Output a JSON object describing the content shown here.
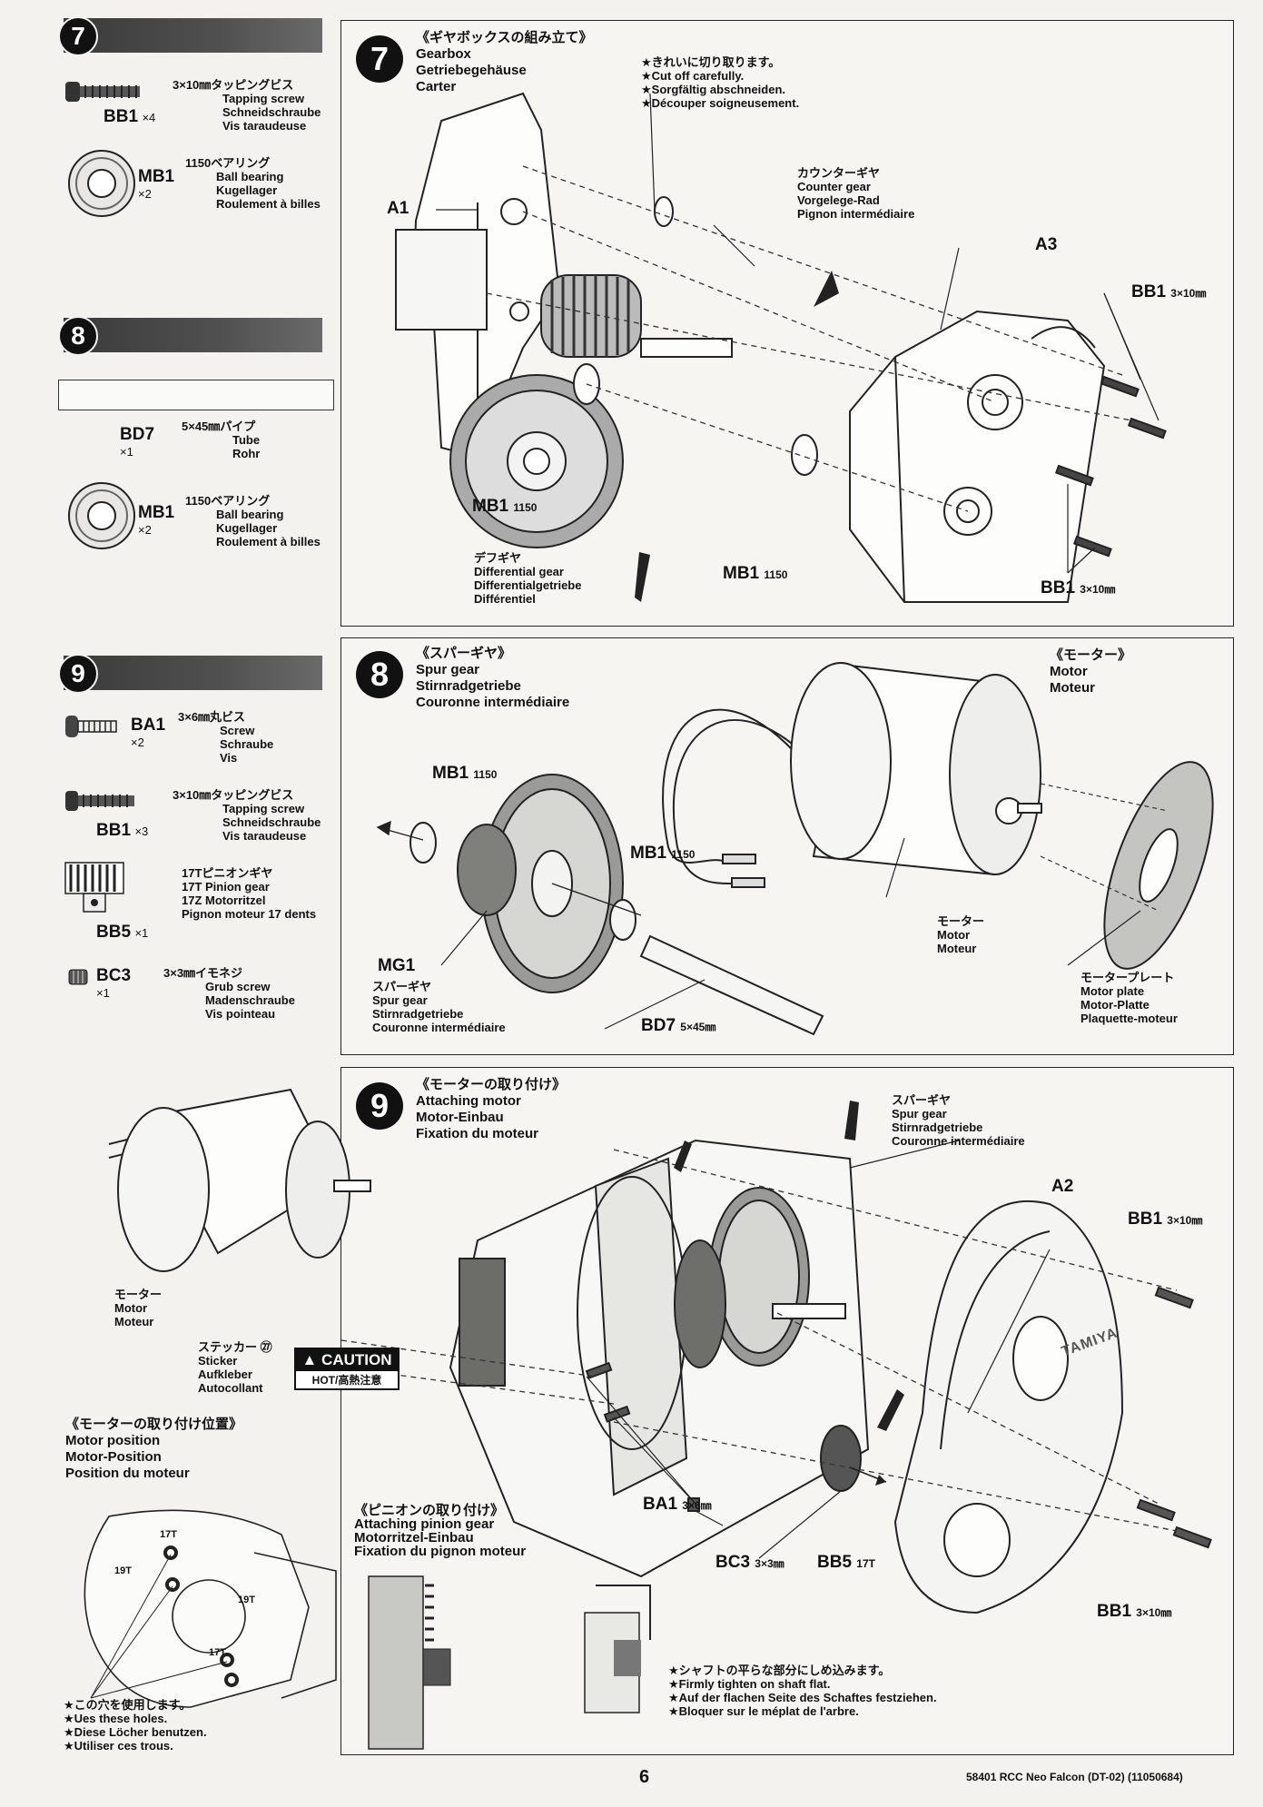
{
  "sidebar": {
    "step7": {
      "number": "7",
      "parts": [
        {
          "code": "BB1",
          "qty": "×4",
          "size_ja": "3×10㎜タッピングビス",
          "names": [
            "Tapping screw",
            "Schneidschraube",
            "Vis taraudeuse"
          ]
        },
        {
          "code": "MB1",
          "qty": "×2",
          "size_ja": "1150ベアリング",
          "names": [
            "Ball bearing",
            "Kugellager",
            "Roulement à billes"
          ]
        }
      ]
    },
    "step8": {
      "number": "8",
      "parts": [
        {
          "code": "BD7",
          "qty": "×1",
          "size_ja": "5×45㎜パイプ",
          "names": [
            "Tube",
            "Rohr"
          ]
        },
        {
          "code": "MB1",
          "qty": "×2",
          "size_ja": "1150ベアリング",
          "names": [
            "Ball bearing",
            "Kugellager",
            "Roulement à billes"
          ]
        }
      ]
    },
    "step9": {
      "number": "9",
      "parts": [
        {
          "code": "BA1",
          "qty": "×2",
          "size_ja": "3×6㎜丸ビス",
          "names": [
            "Screw",
            "Schraube",
            "Vis"
          ]
        },
        {
          "code": "BB1",
          "qty": "×3",
          "size_ja": "3×10㎜タッピングビス",
          "names": [
            "Tapping screw",
            "Schneidschraube",
            "Vis taraudeuse"
          ]
        },
        {
          "code": "BB5",
          "qty": "×1",
          "size_ja": "17Tピニオンギヤ",
          "names": [
            "17T Pinion gear",
            "17Z Motorritzel",
            "Pignon moteur 17 dents"
          ]
        },
        {
          "code": "BC3",
          "qty": "×1",
          "size_ja": "3×3㎜イモネジ",
          "names": [
            "Grub screw",
            "Madenschraube",
            "Vis pointeau"
          ]
        }
      ]
    }
  },
  "panel7": {
    "number": "7",
    "title": [
      "《ギヤボックスの組み立て》",
      "Gearbox",
      "Getriebegehäuse",
      "Carter"
    ],
    "cut_note": [
      "★きれいに切り取ります。",
      "★Cut off carefully.",
      "★Sorgfältig abschneiden.",
      "★Découper soigneusement."
    ],
    "counter_gear": [
      "カウンターギヤ",
      "Counter gear",
      "Vorgelege-Rad",
      "Pignon intermédiaire"
    ],
    "diff_gear": [
      "デフギヤ",
      "Differential gear",
      "Differentialgetriebe",
      "Différentiel"
    ],
    "labels": {
      "a1": "A1",
      "a3": "A3",
      "bb1_top": "BB1",
      "bb1_top_size": "3×10㎜",
      "bb1_bottom": "BB1",
      "bb1_bottom_size": "3×10㎜",
      "mb1_left": "MB1",
      "mb1_left_size": "1150",
      "mb1_right": "MB1",
      "mb1_right_size": "1150"
    }
  },
  "panel8": {
    "number": "8",
    "title": [
      "《スパーギヤ》",
      "Spur gear",
      "Stirnradgetriebe",
      "Couronne intermédiaire"
    ],
    "motor_title": [
      "《モーター》",
      "Motor",
      "Moteur"
    ],
    "motor_label": [
      "モーター",
      "Motor",
      "Moteur"
    ],
    "motor_plate": [
      "モータープレート",
      "Motor plate",
      "Motor-Platte",
      "Plaquette-moteur"
    ],
    "spur_gear": [
      "スパーギヤ",
      "Spur gear",
      "Stirnradgetriebe",
      "Couronne intermédiaire"
    ],
    "labels": {
      "mb1_a": "MB1",
      "mb1_a_size": "1150",
      "mb1_b": "MB1",
      "mb1_b_size": "1150",
      "mg1": "MG1",
      "bd7": "BD7",
      "bd7_size": "5×45㎜"
    }
  },
  "panel9": {
    "number": "9",
    "title": [
      "《モーターの取り付け》",
      "Attaching motor",
      "Motor-Einbau",
      "Fixation du moteur"
    ],
    "spur_gear": [
      "スパーギヤ",
      "Spur gear",
      "Stirnradgetriebe",
      "Couronne intermédiaire"
    ],
    "motor_label": [
      "モーター",
      "Motor",
      "Moteur"
    ],
    "sticker": [
      "ステッカー ㉗",
      "Sticker",
      "Aufkleber",
      "Autocollant"
    ],
    "caution": "CAUTION",
    "caution_sub": "HOT/高熱注意",
    "motor_position": [
      "《モーターの取り付け位置》",
      "Motor position",
      "Motor-Position",
      "Position du moteur"
    ],
    "pinion_attach": [
      "《ピニオンの取り付け》",
      "Attaching pinion gear",
      "Motorritzel-Einbau",
      "Fixation du pignon moteur"
    ],
    "use_holes": [
      "★この穴を使用します。",
      "★Ues these holes.",
      "★Diese Löcher benutzen.",
      "★Utiliser ces trous."
    ],
    "shaft_note": [
      "★シャフトの平らな部分にしめ込みます。",
      "★Firmly tighten on shaft flat.",
      "★Auf der flachen Seite des Schaftes festziehen.",
      "★Bloquer sur le méplat de l'arbre."
    ],
    "tooth_labels": [
      "17T",
      "19T",
      "19T",
      "17T"
    ],
    "case_logo": "TAMIYA",
    "labels": {
      "a2": "A2",
      "bb1_top": "BB1",
      "bb1_top_size": "3×10㎜",
      "bb1_bottom": "BB1",
      "bb1_bottom_size": "3×10㎜",
      "ba1": "BA1",
      "ba1_size": "3×6㎜",
      "bc3": "BC3",
      "bc3_size": "3×3㎜",
      "bb5": "BB5",
      "bb5_size": "17T"
    }
  },
  "footer": {
    "page_number": "6",
    "model": "58401 RCC Neo Falcon (DT-02) (11050684)"
  }
}
